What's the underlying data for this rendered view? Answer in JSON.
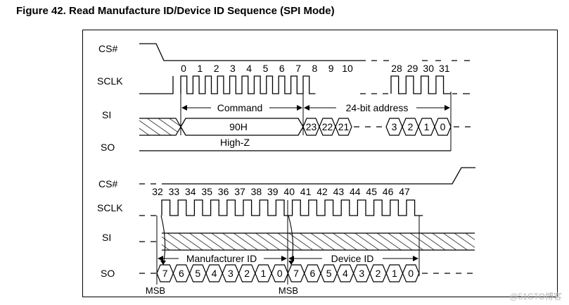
{
  "figure": {
    "title": "Figure 42.  Read Manufacture ID/Device ID Sequence (SPI Mode)"
  },
  "signals": {
    "cs": "CS#",
    "sclk": "SCLK",
    "si": "SI",
    "so": "SO"
  },
  "upper": {
    "clock_numbers_a": [
      "0",
      "1",
      "2",
      "3",
      "4",
      "5",
      "6",
      "7",
      "8",
      "9",
      "10"
    ],
    "clock_numbers_b": [
      "28",
      "29",
      "30",
      "31"
    ],
    "command_label": "Command",
    "address_label": "24-bit address",
    "command_value": "90H",
    "address_bits_head": [
      "23",
      "22",
      "21"
    ],
    "address_bits_tail": [
      "3",
      "2",
      "1",
      "0"
    ],
    "so_state": "High-Z"
  },
  "lower": {
    "clock_numbers": [
      "32",
      "33",
      "34",
      "35",
      "36",
      "37",
      "38",
      "39",
      "40",
      "41",
      "42",
      "43",
      "44",
      "45",
      "46",
      "47"
    ],
    "manufacturer_label": "Manufacturer ID",
    "device_label": "Device ID",
    "manufacturer_bits": [
      "7",
      "6",
      "5",
      "4",
      "3",
      "2",
      "1",
      "0"
    ],
    "device_bits": [
      "7",
      "6",
      "5",
      "4",
      "3",
      "2",
      "1",
      "0"
    ],
    "msb_label": "MSB"
  },
  "watermark": "@51CTO博客"
}
